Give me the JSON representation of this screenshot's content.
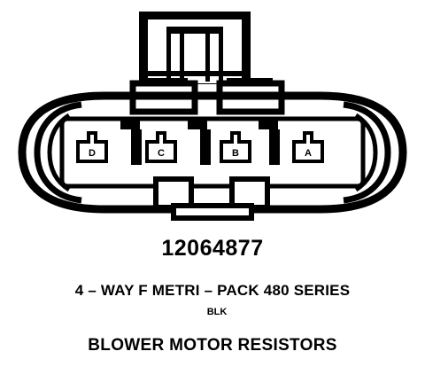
{
  "connector": {
    "part_number": "12064877",
    "type": "4 – WAY F METRI – PACK 480 SERIES",
    "color": "BLK",
    "component": "BLOWER MOTOR RESISTORS",
    "pins": [
      "D",
      "C",
      "B",
      "A"
    ]
  },
  "colors": {
    "ink": "#000000",
    "paper": "#ffffff"
  }
}
